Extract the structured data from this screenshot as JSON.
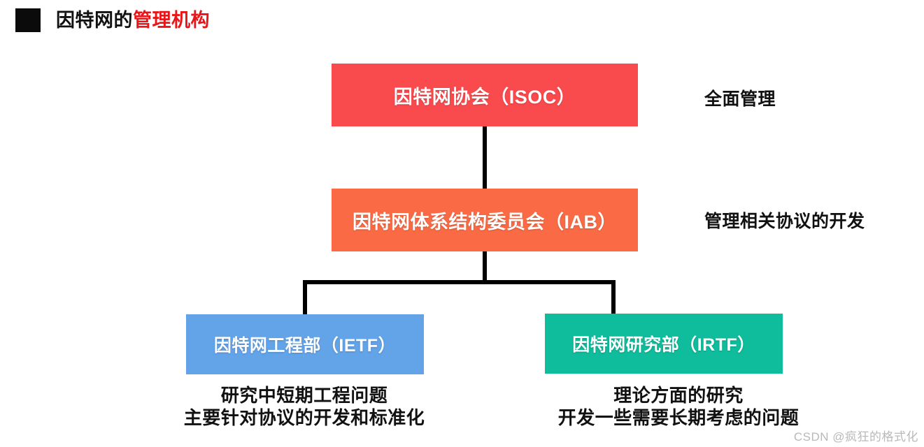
{
  "slide": {
    "title_black": "因特网的",
    "title_red": "管理机构",
    "watermark": "CSDN @疯狂的格式化"
  },
  "diagram": {
    "type": "org-chart",
    "nodes": [
      {
        "id": "isoc",
        "label": "因特网协会（ISOC）",
        "color": "#f94b4e",
        "level": 1,
        "note": "全面管理"
      },
      {
        "id": "iab",
        "label": "因特网体系结构委员会（IAB）",
        "color": "#fa6b45",
        "level": 2,
        "note": "管理相关协议的开发"
      },
      {
        "id": "ietf",
        "label": "因特网工程部（IETF）",
        "color": "#63a3e8",
        "level": 3,
        "caption_line1": "研究中短期工程问题",
        "caption_line2": "主要针对协议的开发和标准化"
      },
      {
        "id": "irtf",
        "label": "因特网研究部（IRTF）",
        "color": "#0fbc9c",
        "level": 3,
        "caption_line1": "理论方面的研究",
        "caption_line2": "开发一些需要长期考虑的问题"
      }
    ],
    "edges": [
      {
        "from": "isoc",
        "to": "iab"
      },
      {
        "from": "iab",
        "to": "ietf"
      },
      {
        "from": "iab",
        "to": "irtf"
      }
    ],
    "line_color": "#000000"
  }
}
